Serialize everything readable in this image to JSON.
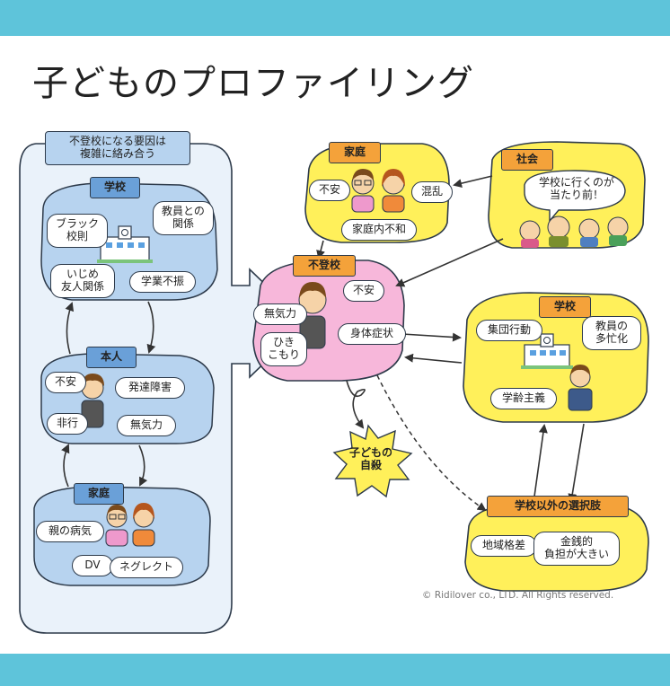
{
  "title": "子どものプロファイリング",
  "left_panel": {
    "heading": "不登校になる要因は\n複雑に絡み合う",
    "school": {
      "label": "学校",
      "items": [
        "ブラック\n校則",
        "教員との\n関係",
        "いじめ\n友人関係",
        "学業不振"
      ]
    },
    "self": {
      "label": "本人",
      "items": [
        "不安",
        "発達障害",
        "非行",
        "無気力"
      ]
    },
    "family": {
      "label": "家庭",
      "items": [
        "親の病気",
        "DV",
        "ネグレクト"
      ]
    }
  },
  "family_box": {
    "label": "家庭",
    "items": [
      "不安",
      "混乱",
      "家庭内不和"
    ]
  },
  "society_box": {
    "label": "社会",
    "speech": "学校に行くのが\n当たり前！"
  },
  "futoko_box": {
    "label": "不登校",
    "items": [
      "不安",
      "無気力",
      "身体症状",
      "ひき\nこもり"
    ]
  },
  "school_box": {
    "label": "学校",
    "items": [
      "集団行動",
      "教員の\n多忙化",
      "学齢主義"
    ]
  },
  "suicide": {
    "label": "子どもの\n自殺"
  },
  "alternatives_box": {
    "label": "学校以外の選択肢",
    "items": [
      "地域格差",
      "金銭的\n負担が大きい"
    ]
  },
  "copyright": "© Ridilover co., LTD. All Rights reserved.",
  "colors": {
    "band": "#5ec4da",
    "yellow": "#fff05a",
    "pink": "#f7b7da",
    "panel": "#eaf2fa",
    "blue_bubble": "#b7d3ef",
    "orange": "#f4a23a",
    "blue_tag": "#6aa0d8"
  }
}
